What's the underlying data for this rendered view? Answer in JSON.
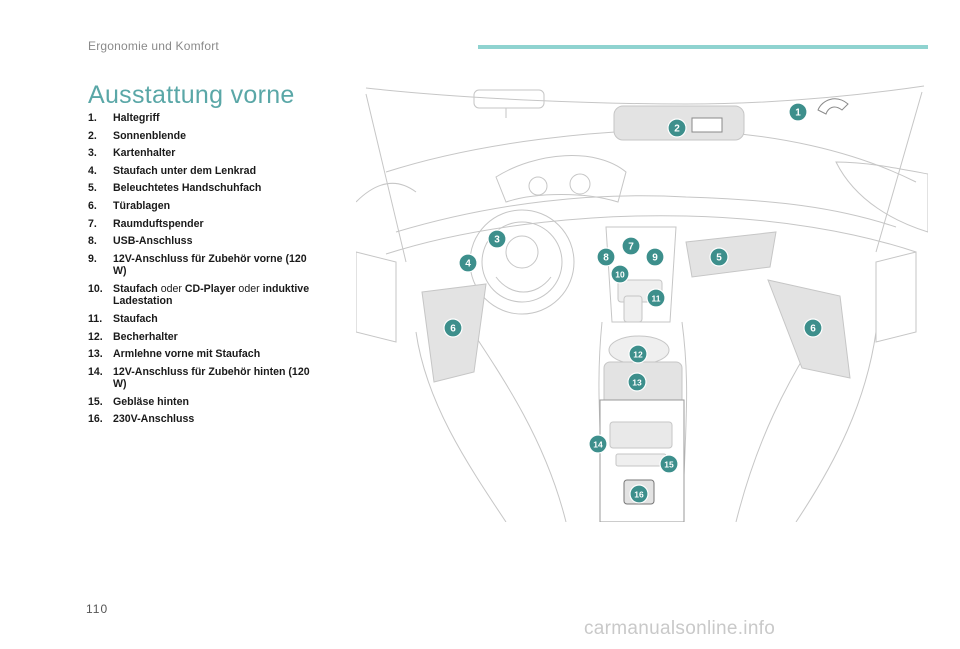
{
  "header": {
    "section": "Ergonomie und Komfort"
  },
  "title": "Ausstattung vorne",
  "items": [
    {
      "num": "1.",
      "parts": [
        {
          "text": "Haltegriff",
          "bold": true
        }
      ]
    },
    {
      "num": "2.",
      "parts": [
        {
          "text": "Sonnenblende",
          "bold": true
        }
      ]
    },
    {
      "num": "3.",
      "parts": [
        {
          "text": "Kartenhalter",
          "bold": true
        }
      ]
    },
    {
      "num": "4.",
      "parts": [
        {
          "text": "Staufach unter dem Lenkrad",
          "bold": true
        }
      ]
    },
    {
      "num": "5.",
      "parts": [
        {
          "text": "Beleuchtetes Handschuhfach",
          "bold": true
        }
      ]
    },
    {
      "num": "6.",
      "parts": [
        {
          "text": "Türablagen",
          "bold": true
        }
      ]
    },
    {
      "num": "7.",
      "parts": [
        {
          "text": "Raumduftspender",
          "bold": true
        }
      ]
    },
    {
      "num": "8.",
      "parts": [
        {
          "text": "USB-Anschluss",
          "bold": true
        }
      ]
    },
    {
      "num": "9.",
      "parts": [
        {
          "text": "12V-Anschluss für Zubehör vorne (120 W)",
          "bold": true
        }
      ]
    },
    {
      "num": "10.",
      "parts": [
        {
          "text": "Staufach",
          "bold": true
        },
        {
          "text": " oder ",
          "bold": false
        },
        {
          "text": "CD-Player",
          "bold": true
        },
        {
          "text": " oder ",
          "bold": false
        },
        {
          "text": "induktive Ladestation",
          "bold": true
        }
      ]
    },
    {
      "num": "11.",
      "parts": [
        {
          "text": "Staufach",
          "bold": true
        }
      ]
    },
    {
      "num": "12.",
      "parts": [
        {
          "text": "Becherhalter",
          "bold": true
        }
      ]
    },
    {
      "num": "13.",
      "parts": [
        {
          "text": "Armlehne vorne mit Staufach",
          "bold": true
        }
      ]
    },
    {
      "num": "14.",
      "parts": [
        {
          "text": "12V-Anschluss für Zubehör hinten (120 W)",
          "bold": true
        }
      ]
    },
    {
      "num": "15.",
      "parts": [
        {
          "text": "Gebläse hinten",
          "bold": true
        }
      ]
    },
    {
      "num": "16.",
      "parts": [
        {
          "text": "230V-Anschluss",
          "bold": true
        }
      ]
    }
  ],
  "callouts": [
    "1",
    "2",
    "3",
    "4",
    "5",
    "6",
    "7",
    "8",
    "9",
    "10",
    "11",
    "12",
    "13",
    "14",
    "15",
    "16"
  ],
  "colors": {
    "accent": "#5aa7a7",
    "callout": "#3d8f8c",
    "header_bar": "#8fd3d0",
    "shading": "#e3e3e3"
  },
  "page_number": "110",
  "watermark": "carmanualsonline.info"
}
